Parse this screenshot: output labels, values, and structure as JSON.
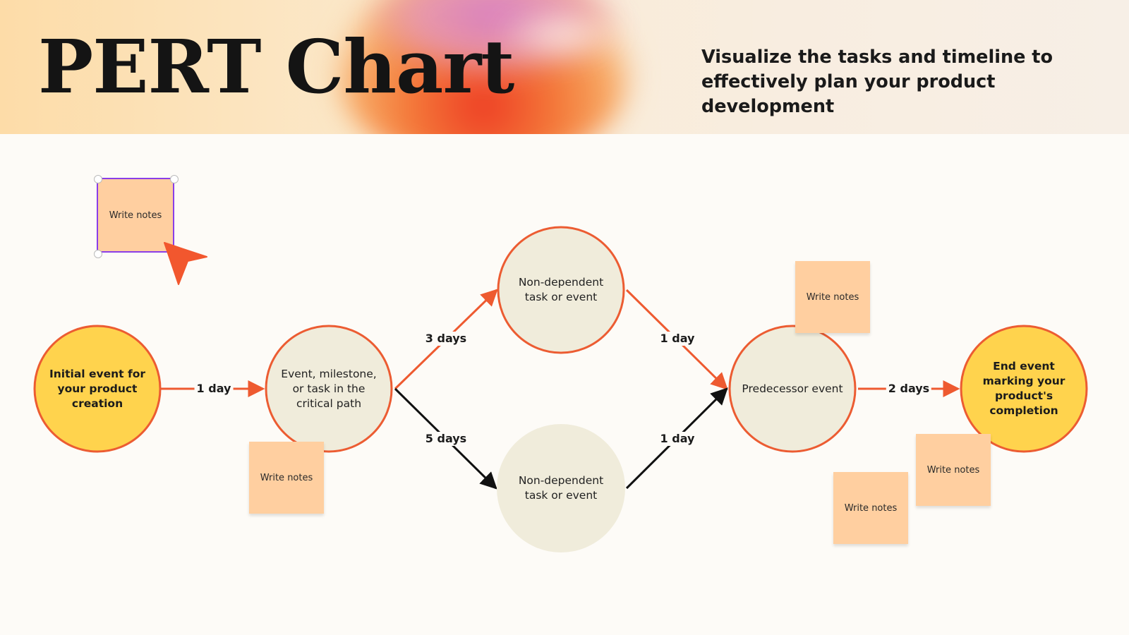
{
  "header": {
    "title": "PERT Chart",
    "subtitle": "Visualize the tasks and timeline to effectively plan your product development"
  },
  "colors": {
    "edge_orange": "#ee5a30",
    "edge_black": "#111111",
    "start_end_fill": "#ffd34d",
    "node_fill": "#f0ecdb",
    "node_border": "#ec5c32",
    "sticky_note": "#ffcfa0",
    "selection": "#8a3ee8",
    "cursor": "#f2572e"
  },
  "nodes": {
    "start": "Initial event for your product creation",
    "critical": "Event, milestone, or task in the critical path",
    "top": "Non-dependent task or event",
    "bottom": "Non-dependent task or event",
    "predecessor": "Predecessor event",
    "end": "End event marking your product's completion"
  },
  "edges": {
    "start_to_critical": "1 day",
    "critical_to_top": "3 days",
    "critical_to_bottom": "5 days",
    "top_to_predecessor": "1 day",
    "bottom_to_predecessor": "1 day",
    "predecessor_to_end": "2 days"
  },
  "notes": {
    "note1": "Write notes",
    "note2": "Write notes",
    "note3": "Write notes",
    "note4": "Write notes",
    "note5": "Write notes"
  }
}
